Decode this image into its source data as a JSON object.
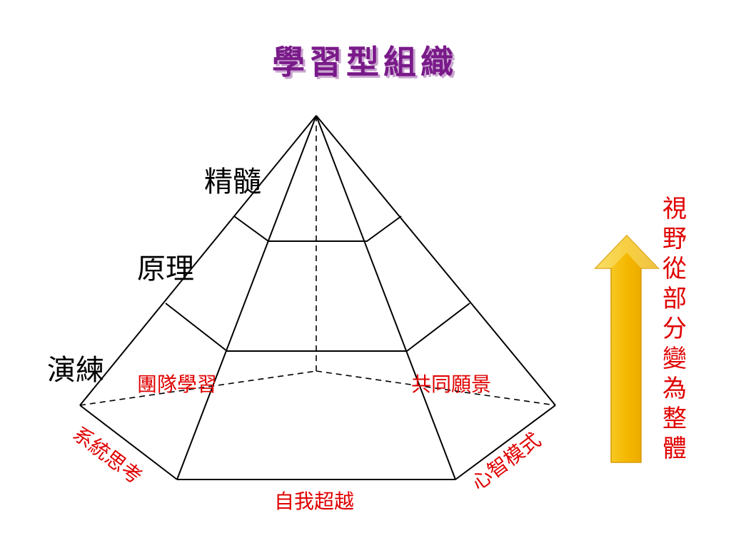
{
  "title": "學習型組織",
  "levels": {
    "top": "精髓",
    "middle": "原理",
    "bottom": "演練"
  },
  "disciplines": {
    "left_back": "團隊學習",
    "right_back": "共同願景",
    "left_front": "系統思考",
    "bottom_front": "自我超越",
    "right_front": "心智模式"
  },
  "side_note": "視野從部分變為整體",
  "side_chars": [
    "視",
    "野",
    "從",
    "部",
    "分",
    "變",
    "為",
    "整",
    "體"
  ],
  "colors": {
    "title": "#7a1a8a",
    "accent_red": "#e00000",
    "arrow_fill": "#f5b800"
  },
  "icons": {
    "arrow": "up-arrow-icon"
  }
}
